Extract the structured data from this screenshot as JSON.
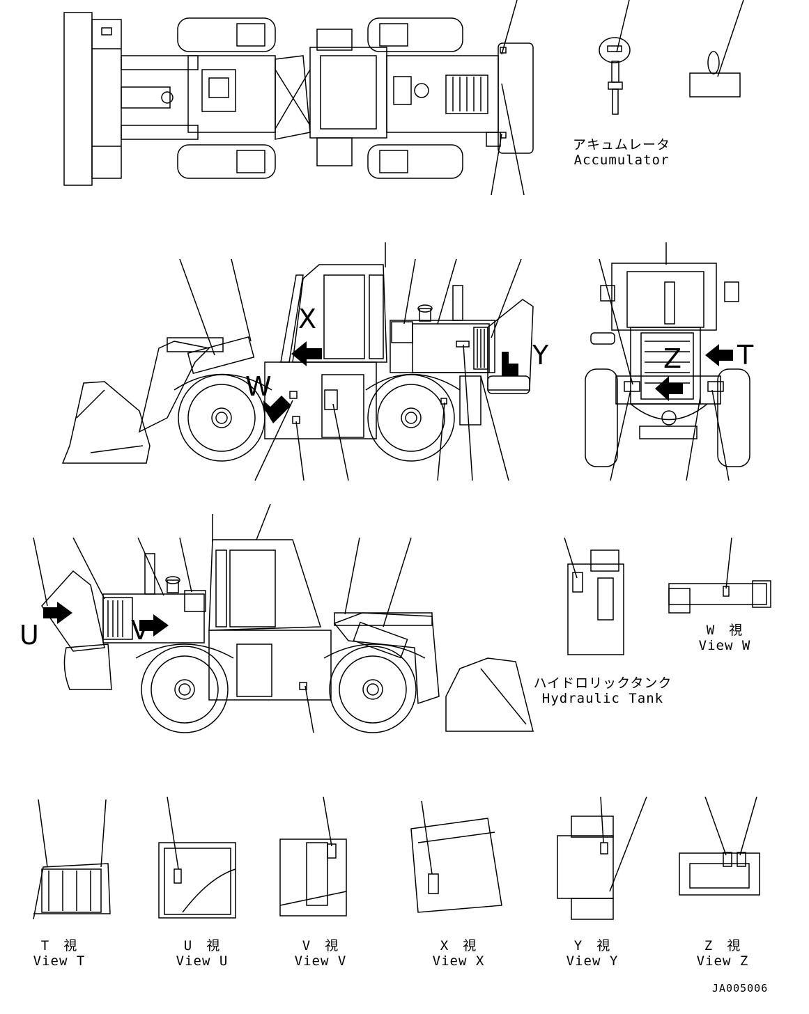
{
  "labels": {
    "accumulator_jp": "アキュムレータ",
    "accumulator_en": "Accumulator",
    "hydraulic_tank_jp": "ハイドロリックタンク",
    "hydraulic_tank_en": "Hydraulic Tank",
    "view_w_jp": "W　視",
    "view_w_en": "View W",
    "view_t_jp": "T　視",
    "view_t_en": "View T",
    "view_u_jp": "U　視",
    "view_u_en": "View U",
    "view_v_jp": "V　視",
    "view_v_en": "View V",
    "view_x_jp": "X　視",
    "view_x_en": "View X",
    "view_y_jp": "Y　視",
    "view_y_en": "View Y",
    "view_z_jp": "Z　視",
    "view_z_en": "View Z"
  },
  "view_letters": {
    "x": "X",
    "y": "Y",
    "w": "W",
    "z": "Z",
    "t": "T",
    "u": "U",
    "v": "V"
  },
  "drawing_code": "JA005006"
}
